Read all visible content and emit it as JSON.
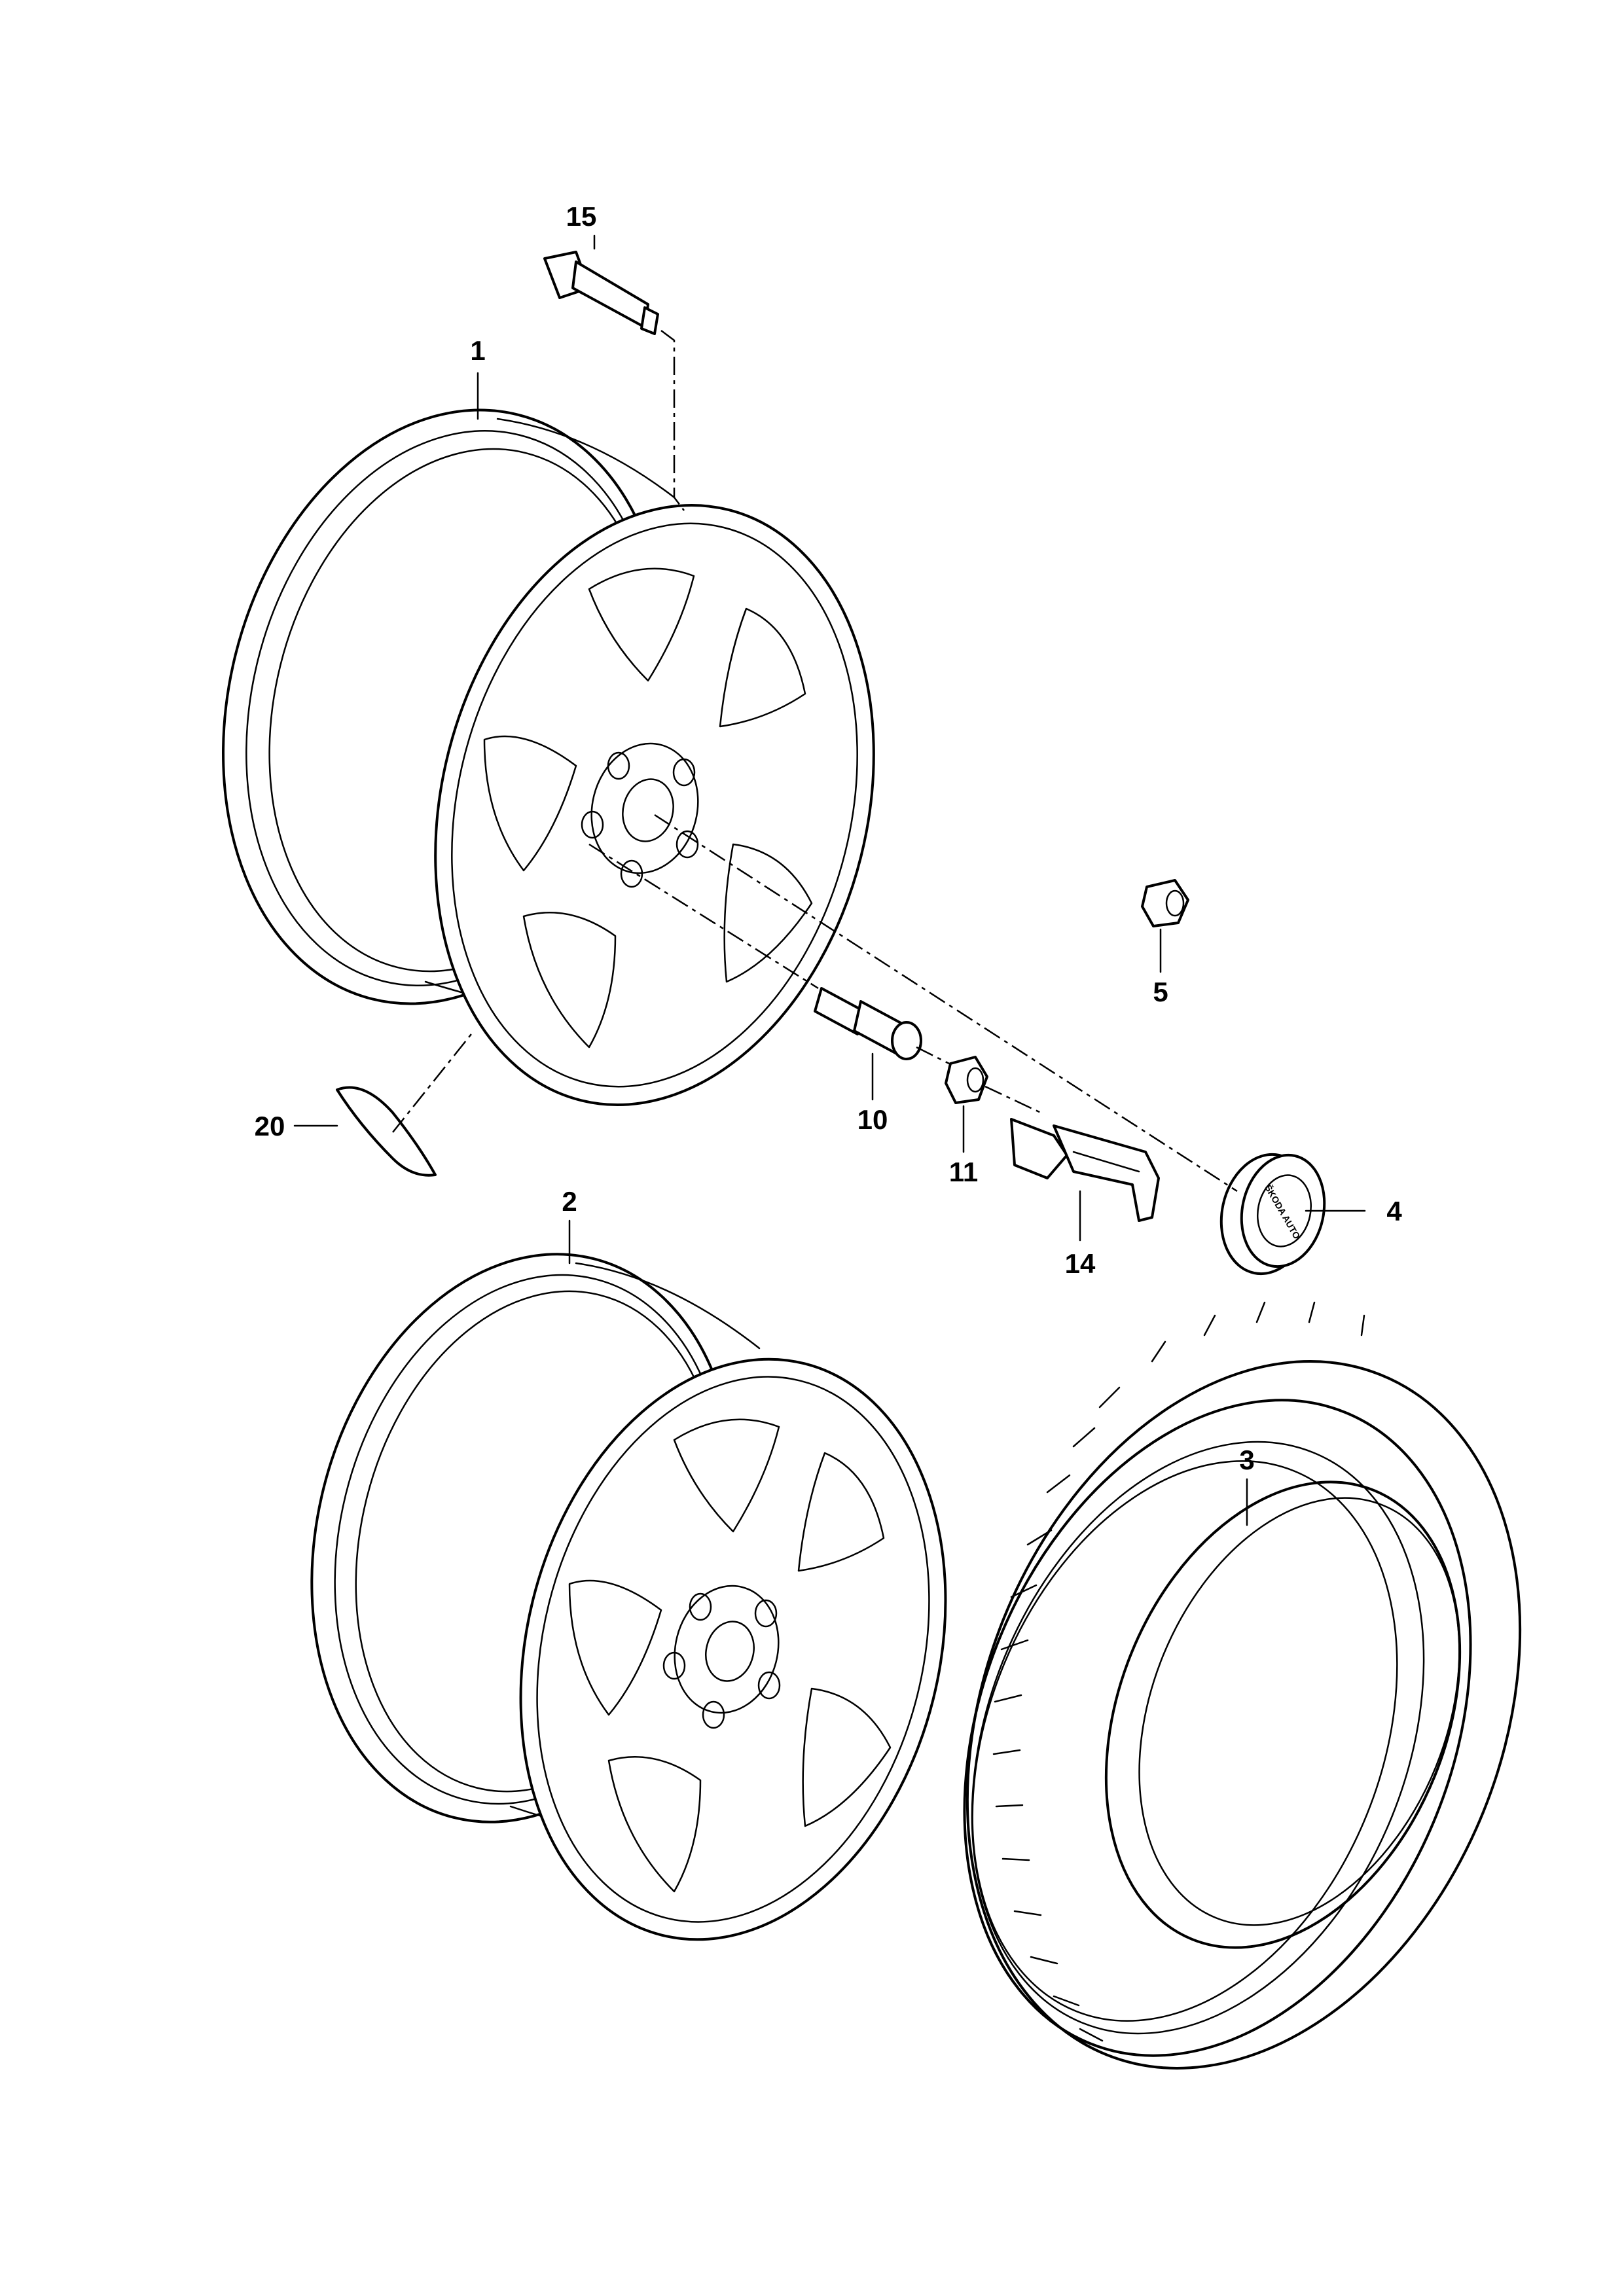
{
  "labels": {
    "p1": "1",
    "p2": "2",
    "p3": "3",
    "p4": "4",
    "p5": "5",
    "p10": "10",
    "p11": "11",
    "p14": "14",
    "p15": "15",
    "p20": "20"
  },
  "hub_cap_text": "ŠKODA AUTO"
}
